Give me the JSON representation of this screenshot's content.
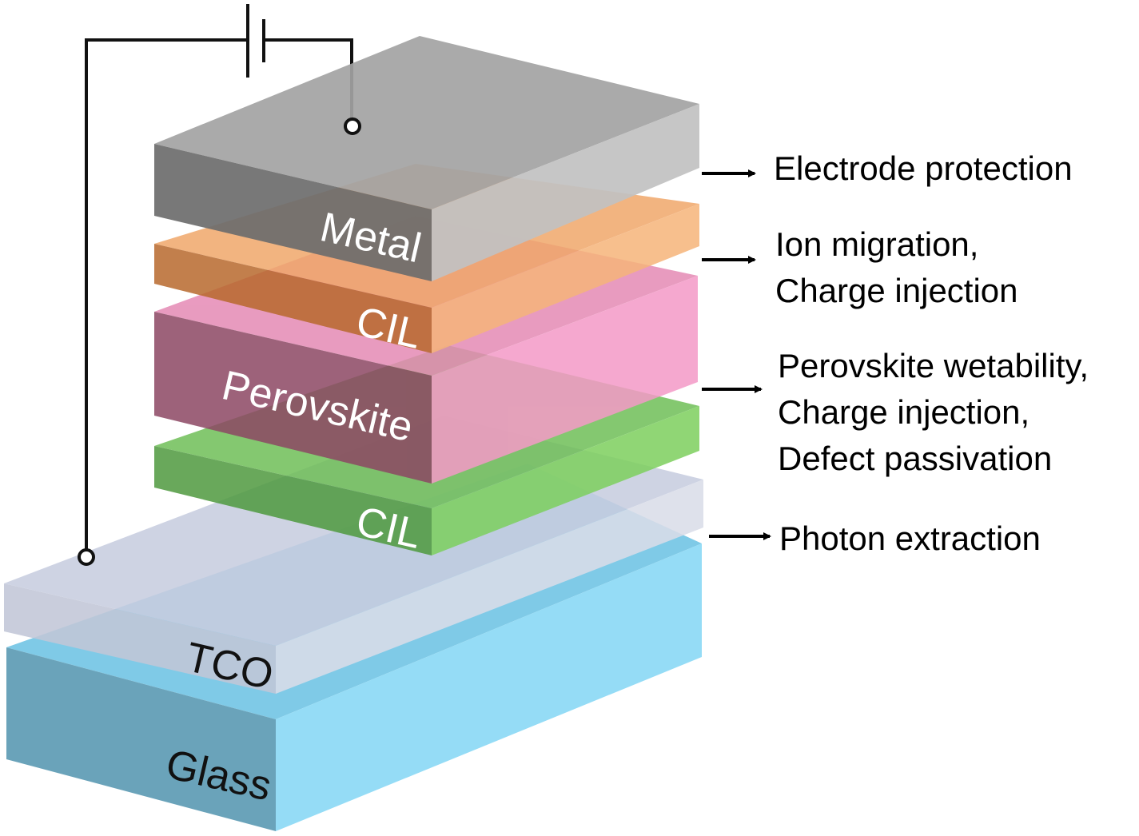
{
  "layers": {
    "metal": {
      "label": "Metal",
      "top": "#a3a3a3",
      "front": "#6d6d6d",
      "side": "#c2c2c2"
    },
    "cil_top": {
      "label": "CIL",
      "top": "#f0a76a",
      "front": "#b8692d",
      "side": "#f6b47a"
    },
    "perovskite": {
      "label": "Perovskite",
      "top": "#e58ab5",
      "front": "#8c4763",
      "side": "#f49ac7"
    },
    "cil_bottom": {
      "label": "CIL",
      "top": "#6fbf58",
      "front": "#4f9a3f",
      "side": "#7dd05e"
    },
    "tco": {
      "label": "TCO",
      "top": "#c8cde0",
      "front": "#c2c7d8",
      "side": "#dadde9"
    },
    "glass": {
      "label": "Glass",
      "top": "#7fcae7",
      "front": "#6aa3ba",
      "side": "#95dcf6"
    }
  },
  "annotations": {
    "electrode": [
      "Electrode protection"
    ],
    "ion": [
      "Ion migration,",
      "Charge injection"
    ],
    "perovskite": [
      "Perovskite wetability,",
      "Charge injection,",
      "Defect passivation"
    ],
    "photon": [
      "Photon extraction"
    ]
  },
  "colors": {
    "wire": "#111111",
    "arrow": "#000000"
  }
}
